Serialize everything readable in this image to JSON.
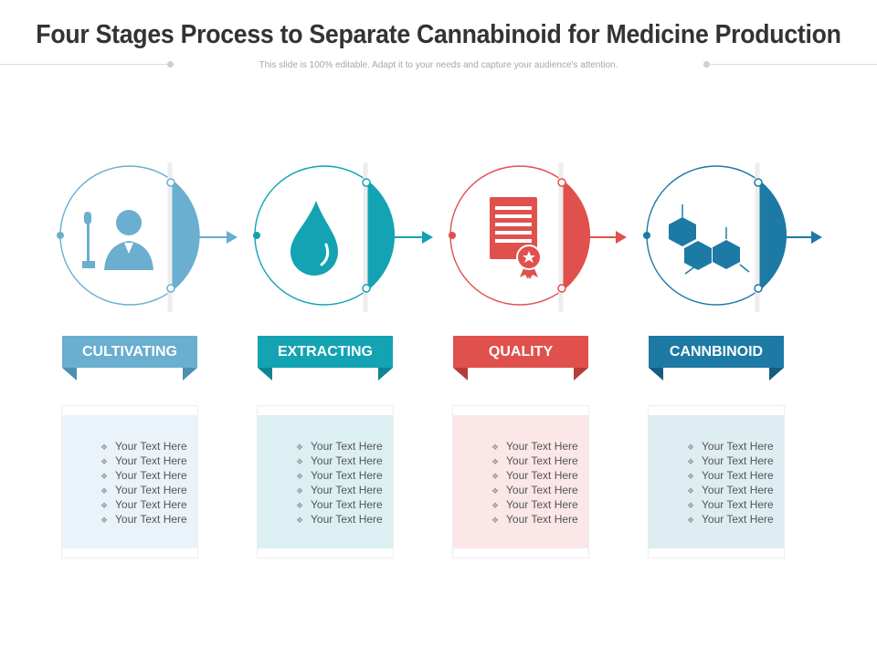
{
  "title": "Four Stages Process to Separate Cannabinoid for Medicine Production",
  "subtitle": "This slide is 100% editable. Adapt it to your needs and capture your audience's attention.",
  "stages": [
    {
      "label": "CULTIVATING",
      "icon": "farmer-person-icon",
      "color": "#6aaed0",
      "box_color": "#eaf3f9",
      "items": [
        "Your Text Here",
        "Your Text Here",
        "Your Text Here",
        "Your Text Here",
        "Your Text Here",
        "Your Text Here"
      ]
    },
    {
      "label": "EXTRACTING",
      "icon": "water-drop-icon",
      "color": "#13a3b3",
      "box_color": "#dcf0f3",
      "items": [
        "Your Text Here",
        "Your Text Here",
        "Your Text Here",
        "Your Text Here",
        "Your Text Here",
        "Your Text Here"
      ]
    },
    {
      "label": "QUALITY",
      "icon": "certificate-icon",
      "color": "#e0504d",
      "box_color": "#fbe7e7",
      "items": [
        "Your Text Here",
        "Your Text Here",
        "Your Text Here",
        "Your Text Here",
        "Your Text Here",
        "Your Text Here"
      ]
    },
    {
      "label": "CANNBINOID",
      "icon": "molecule-icon",
      "color": "#1d7aa5",
      "box_color": "#deedf2",
      "items": [
        "Your Text Here",
        "Your Text Here",
        "Your Text Here",
        "Your Text Here",
        "Your Text Here",
        "Your Text Here"
      ]
    }
  ],
  "bullet_symbol": "❖"
}
